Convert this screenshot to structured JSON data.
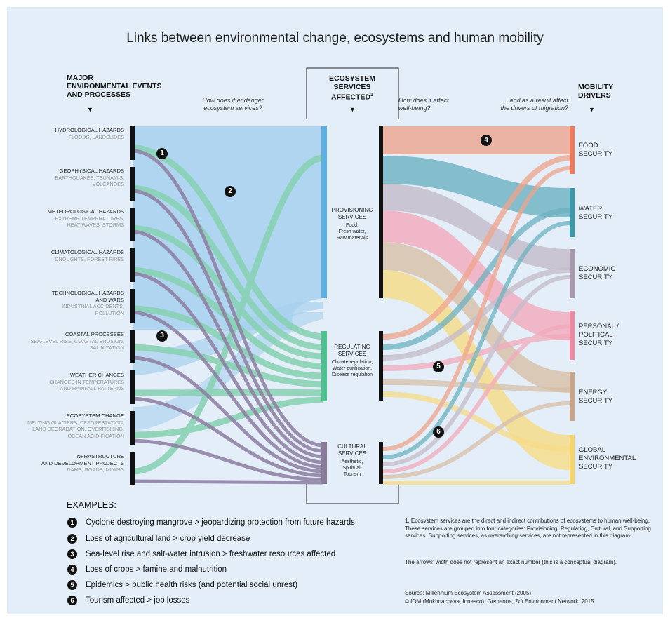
{
  "title": "Links between environmental change, ecosystems and human mobility",
  "headers": {
    "events": "MAJOR\nENVIRONMENTAL EVENTS\nAND PROCESSES",
    "services": "ECOSYSTEM\nSERVICES\nAFFECTED",
    "services_footnote": "1",
    "drivers": "MOBILITY\nDRIVERS",
    "arrow": "▼"
  },
  "questions": {
    "endanger": "How does it endanger\necosystem services?",
    "wellbeing": "How does it affect\nwell-being?",
    "drivers": "… and as a result affect\nthe drivers of migration?"
  },
  "events": [
    {
      "name": "HYDROLOGICAL HAZARDS",
      "sub": "FLOODS, LANDSLIDES"
    },
    {
      "name": "GEOPHYSICAL HAZARDS",
      "sub": "EARTHQUAKES, TSUNAMIS,\nVOLCANOES"
    },
    {
      "name": "METEOROLOGICAL HAZARDS",
      "sub": "EXTREME TEMPERATURES,\nHEAT WAVES, STORMS"
    },
    {
      "name": "CLIMATOLOGICAL HAZARDS",
      "sub": "DROUGHTS, FOREST FIRES"
    },
    {
      "name": "TECHNOLOGICAL HAZARDS\nAND WARS",
      "sub": "INDUSTRIAL ACCIDENTS,\nPOLLUTION"
    },
    {
      "name": "COASTAL PROCESSES",
      "sub": "SEA-LEVEL RISE, COASTAL EROSION,\nSALINIZATION"
    },
    {
      "name": "WEATHER CHANGES",
      "sub": "CHANGES IN TEMPERATURES\nAND RAINFALL PATTERNS"
    },
    {
      "name": "ECOSYSTEM CHANGE",
      "sub": "MELTING GLACIERS, DEFORESTATION,\nLAND DEGRADATION, OVERFISHING,\nOCEAN ACIDIFICATION"
    },
    {
      "name": "INFRASTRUCTURE\nAND DEVELOPMENT PROJECTS",
      "sub": "DAMS, ROADS, MINING"
    }
  ],
  "services": [
    {
      "name": "PROVISIONING\nSERVICES",
      "sub": "Food,\nFresh water,\nRaw materials",
      "color": "#96c8ea"
    },
    {
      "name": "REGULATING\nSERVICES",
      "sub": "Climate regulation,\nWater purification,\nDisease regulation",
      "color": "#7fcfae"
    },
    {
      "name": "CULTURAL\nSERVICES",
      "sub": "Aesthetic,\nSpiritual,\nTourism",
      "color": "#8a7a9a"
    }
  ],
  "drivers": [
    {
      "name": "FOOD\nSECURITY",
      "color": "#ee7a5a"
    },
    {
      "name": "WATER\nSECURITY",
      "color": "#3a9aaa"
    },
    {
      "name": "ECONOMIC\nSECURITY",
      "color": "#a89aac"
    },
    {
      "name": "PERSONAL /\nPOLITICAL\nSECURITY",
      "color": "#ee8aa0"
    },
    {
      "name": "ENERGY\nSECURITY",
      "color": "#c8a488"
    },
    {
      "name": "GLOBAL\nENVIRONMENTAL\nSECURITY",
      "color": "#f5d56a"
    }
  ],
  "badges": [
    "1",
    "2",
    "3",
    "4",
    "5",
    "6"
  ],
  "examples_title": "EXAMPLES:",
  "examples": [
    {
      "n": "1",
      "text": "Cyclone destroying mangrove > jeopardizing protection from future hazards"
    },
    {
      "n": "2",
      "text": "Loss of agricultural land > crop yield decrease"
    },
    {
      "n": "3",
      "text": "Sea-level rise and salt-water intrusion > freshwater resources affected"
    },
    {
      "n": "4",
      "text": "Loss of crops > famine and malnutrition"
    },
    {
      "n": "5",
      "text": "Epidemics > public health risks (and potential social unrest)"
    },
    {
      "n": "6",
      "text": "Tourism affected > job losses"
    }
  ],
  "footnote": "1. Ecosystem services are the direct and indirect contributions of ecosystems to human well-being. These services are grouped into four categories: Provisioning, Regulating, Cultural, and Supporting services. Supporting services, as overarching services, are not represented in this diagram.",
  "width_note": "The arrows' width does not represent an exact number (this is a conceptual diagram).",
  "source": "Source: Millennium Ecosystem Assessment (2005)",
  "credit": "© IOM (Mokhnacheva, Ionesco), Gemenne, Zoï Environment Network, 2015"
}
